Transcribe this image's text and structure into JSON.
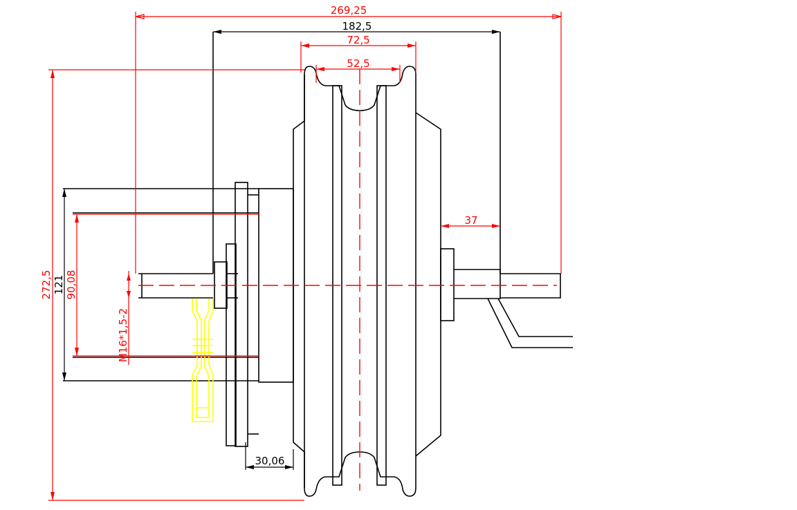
{
  "colors": {
    "outline": "#000000",
    "dimension": "#ff0000",
    "connector": "#ffff00",
    "background": "#ffffff"
  },
  "dimensions": {
    "overall_axle_length": "269,25",
    "dropout_spacing": "182,5",
    "rim_outer_width": "72,5",
    "rim_inner_width": "52,5",
    "right_axle_offset": "37",
    "outer_diameter": "272,5",
    "flange_diameter": "121",
    "bolt_circle_diameter": "90,08",
    "axle_thread": "M16*1,5-2",
    "left_flange_offset": "30,06"
  }
}
